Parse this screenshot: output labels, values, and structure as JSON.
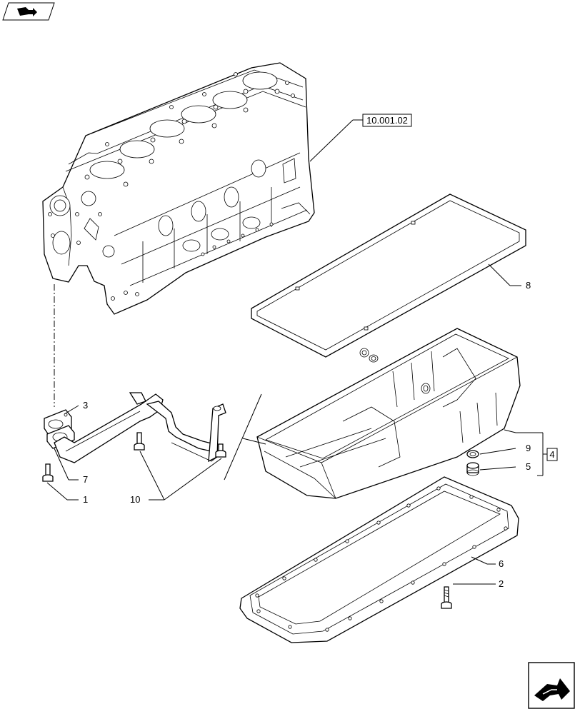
{
  "reference_box": {
    "text": "10.001.02"
  },
  "callouts": [
    {
      "id": "1",
      "text": "1"
    },
    {
      "id": "2",
      "text": "2"
    },
    {
      "id": "3",
      "text": "3"
    },
    {
      "id": "4",
      "text": "4"
    },
    {
      "id": "5",
      "text": "5"
    },
    {
      "id": "6",
      "text": "6"
    },
    {
      "id": "7",
      "text": "7"
    },
    {
      "id": "8",
      "text": "8"
    },
    {
      "id": "9",
      "text": "9"
    },
    {
      "id": "10",
      "text": "10"
    }
  ],
  "nav": {
    "top_left_icon": "book-arrow-icon",
    "bottom_right_icon": "next-page-arrow-icon"
  }
}
